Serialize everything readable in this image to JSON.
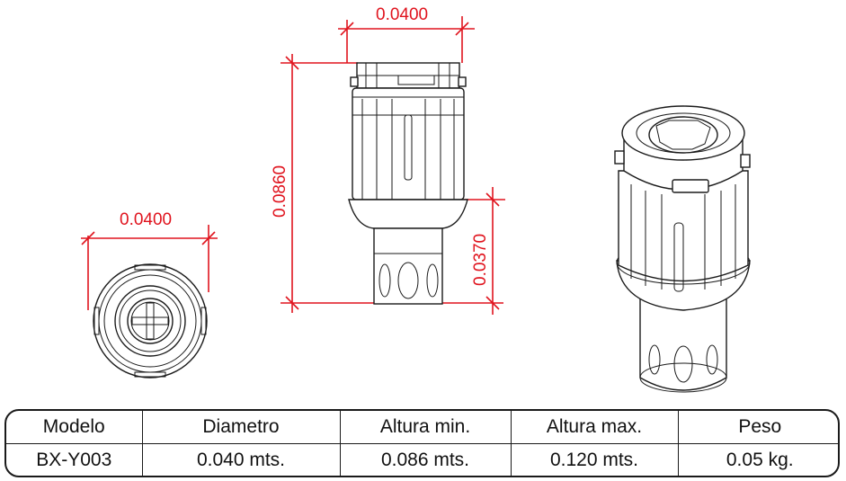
{
  "dimensions": {
    "top_view_diameter": "0.0400",
    "side_view_width": "0.0400",
    "side_view_total_height": "0.0860",
    "side_view_lower_height": "0.0370"
  },
  "table": {
    "headers": [
      "Modelo",
      "Diametro",
      "Altura min.",
      "Altura max.",
      "Peso"
    ],
    "row": [
      "BX-Y003",
      "0.040 mts.",
      "0.086 mts.",
      "0.120 mts.",
      "0.05 kg."
    ]
  },
  "colors": {
    "dimension_red": "#e0141e",
    "line_black": "#1a1a1a"
  }
}
